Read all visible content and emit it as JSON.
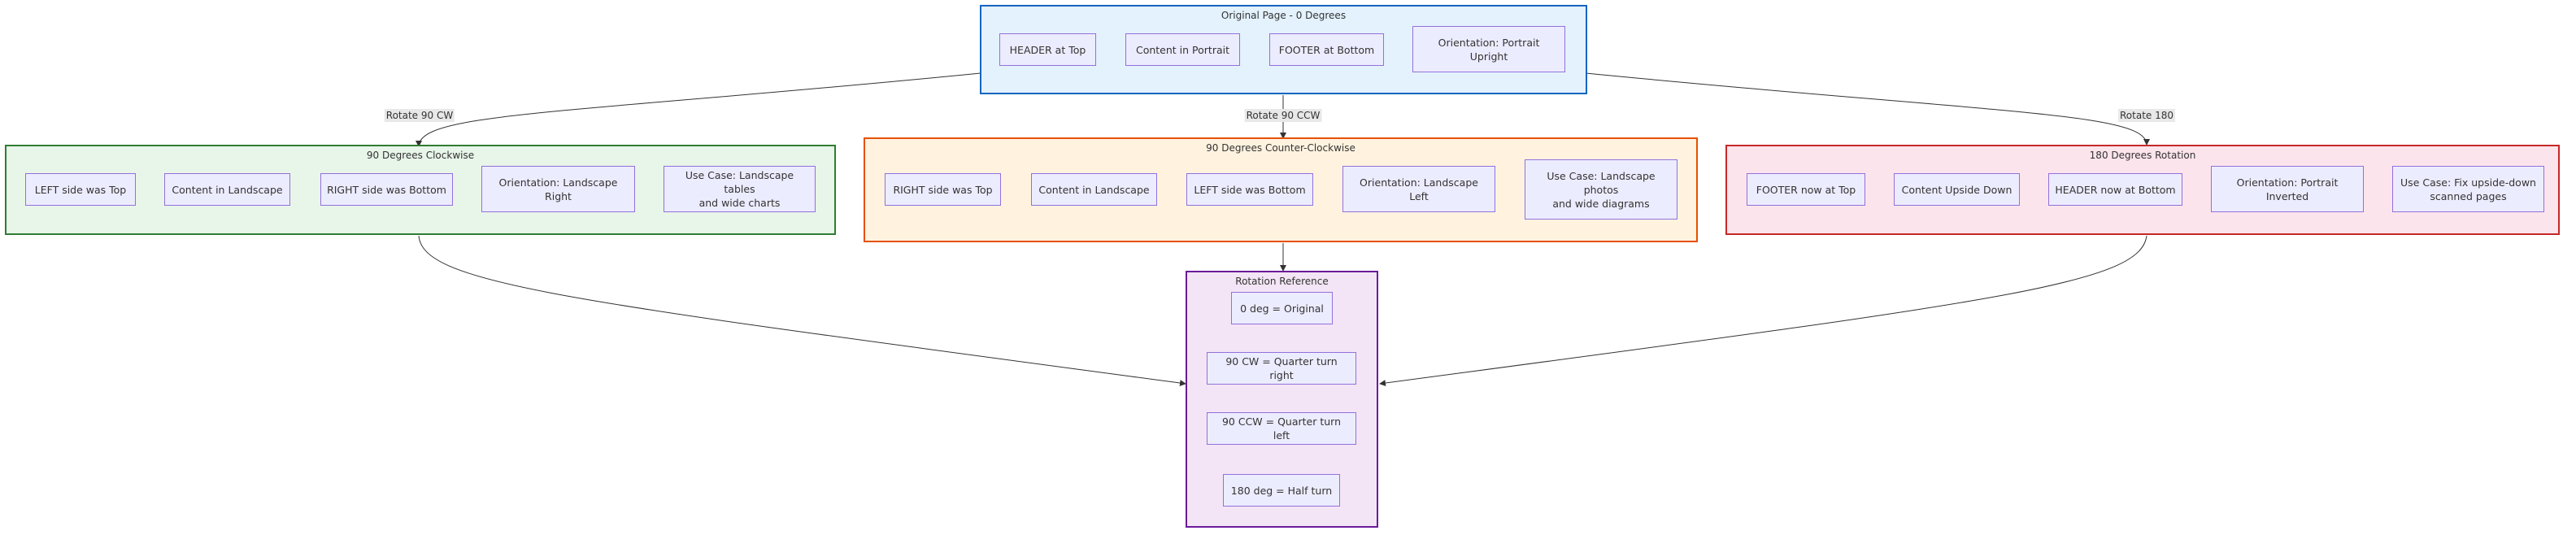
{
  "colors": {
    "original_fill": "#e3f2fd",
    "original_border": "#1565c0",
    "cw_fill": "#e8f5e9",
    "cw_border": "#2e7d32",
    "ccw_fill": "#fff3e0",
    "ccw_border": "#e65100",
    "r180_fill": "#fce4ec",
    "r180_border": "#c62828",
    "ref_fill": "#f3e5f5",
    "ref_border": "#6a1b9a",
    "node_fill": "#ececff",
    "node_border": "#9370db",
    "edge": "#333333",
    "edge_label_bg": "#e8e8e8"
  },
  "clusters": {
    "original": {
      "title": "Original Page - 0 Degrees",
      "nodes": [
        "HEADER at Top",
        "Content in Portrait",
        "FOOTER at Bottom",
        "Orientation: Portrait\nUpright"
      ]
    },
    "cw": {
      "title": "90 Degrees Clockwise",
      "nodes": [
        "LEFT side was Top",
        "Content in Landscape",
        "RIGHT side was Bottom",
        "Orientation: Landscape\nRight",
        "Use Case: Landscape tables\nand wide charts"
      ]
    },
    "ccw": {
      "title": "90 Degrees Counter-Clockwise",
      "nodes": [
        "RIGHT side was Top",
        "Content in Landscape",
        "LEFT side was Bottom",
        "Orientation: Landscape\nLeft",
        "Use Case: Landscape\nphotos\nand wide diagrams"
      ]
    },
    "r180": {
      "title": "180 Degrees Rotation",
      "nodes": [
        "FOOTER now at Top",
        "Content Upside Down",
        "HEADER now at Bottom",
        "Orientation: Portrait\nInverted",
        "Use Case: Fix upside-down\nscanned pages"
      ]
    },
    "ref": {
      "title": "Rotation Reference",
      "nodes": [
        "0 deg = Original",
        "90 CW = Quarter turn right",
        "90 CCW = Quarter turn left",
        "180 deg = Half turn"
      ]
    }
  },
  "edges": {
    "to_cw": "Rotate 90 CW",
    "to_ccw": "Rotate 90 CCW",
    "to_180": "Rotate 180"
  }
}
